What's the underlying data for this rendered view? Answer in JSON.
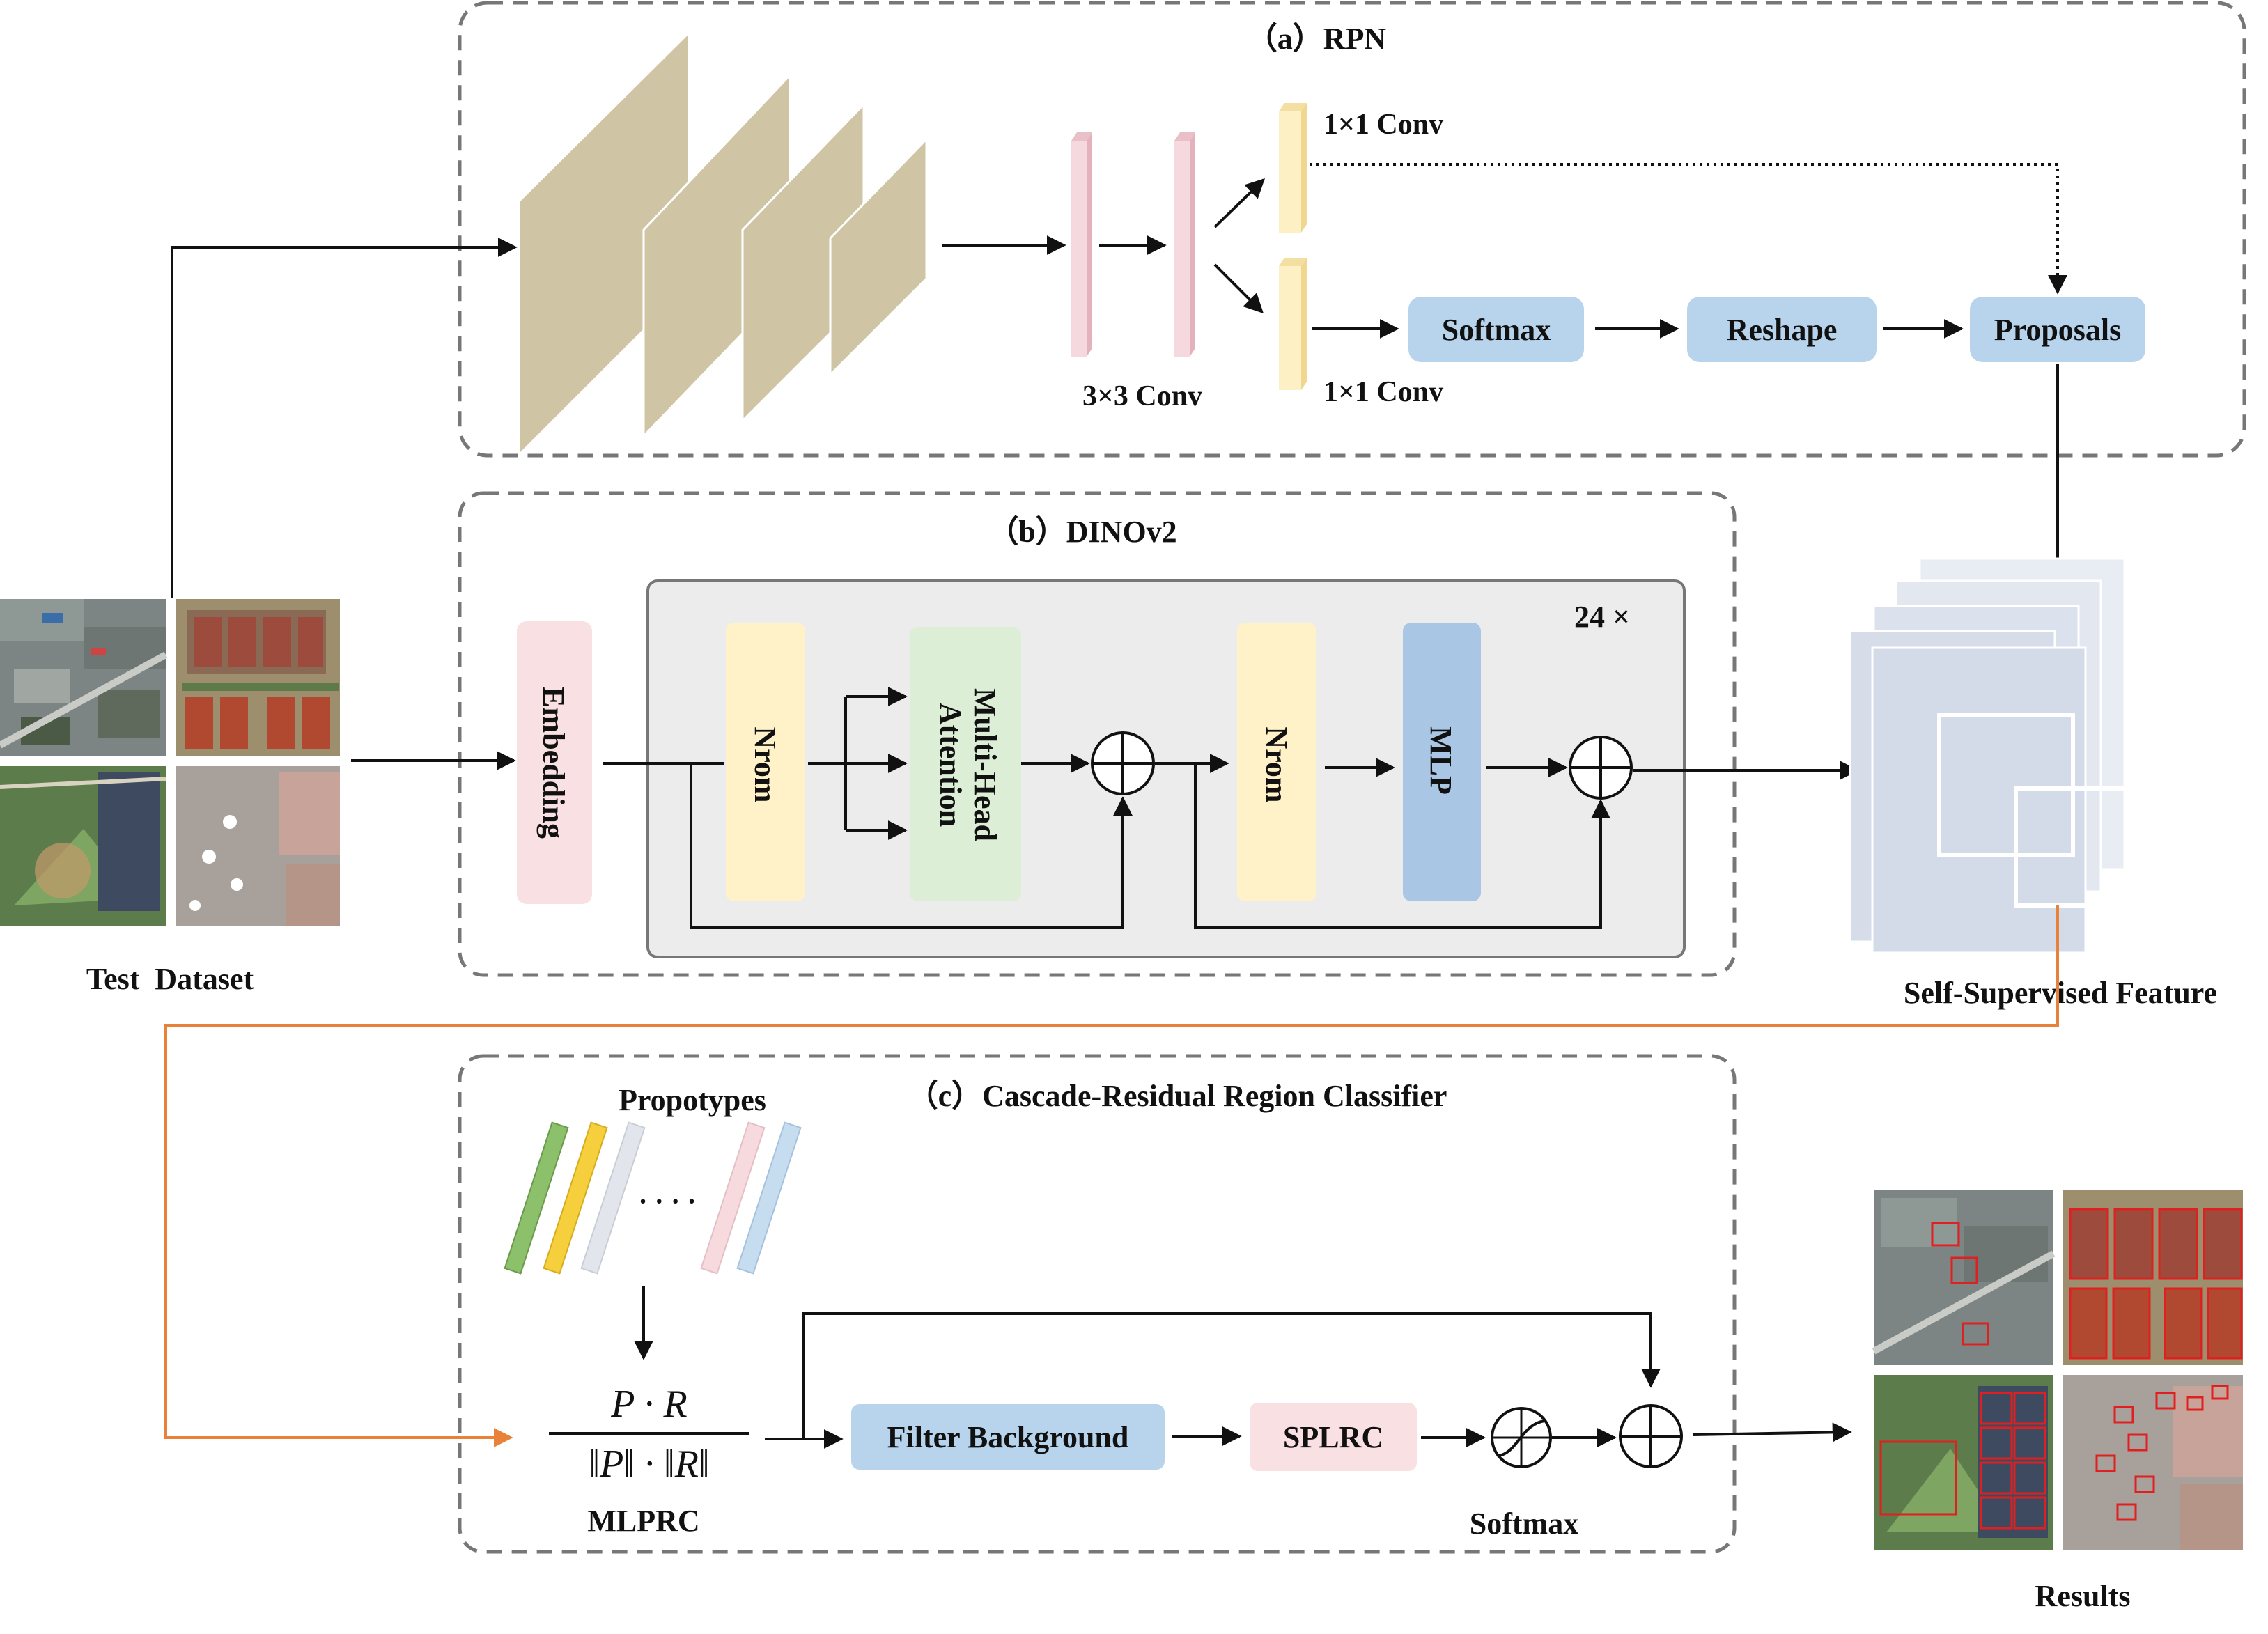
{
  "sections": {
    "rpn_title": "（a）RPN",
    "dino_title": "（b）DINOv2",
    "classifier_title": "（c）Cascade-Residual Region Classifier"
  },
  "rpn": {
    "conv3_label": "3×3 Conv",
    "conv1_top_label": "1×1 Conv",
    "conv1_bottom_label": "1×1 Conv",
    "softmax": "Softmax",
    "reshape": "Reshape",
    "proposals": "Proposals"
  },
  "dino": {
    "embedding": "Embedding",
    "norm1": "Nrom",
    "attention_line1": "Multi-Head",
    "attention_line2": "Attention",
    "norm2": "Nrom",
    "mlp": "MLP",
    "repeat": "24 ×"
  },
  "classifier": {
    "prototypes": "Propotypes",
    "dots": "· · · ·",
    "formula_num": "P · R",
    "formula_den": "‖P‖ · ‖R‖",
    "mlprc": "MLPRC",
    "filter_background": "Filter Background",
    "splrc": "SPLRC",
    "softmax": "Softmax"
  },
  "labels": {
    "test_dataset": "Test  Dataset",
    "self_supervised_feature": "Self-Supervised Feature",
    "results": "Results"
  },
  "colors": {
    "feature_map": "#cfc5a5",
    "conv_pink": "#f6d9df",
    "conv_yellow": "#fdf0c4",
    "box_blue": "#b7d4ec",
    "embedding_pink": "#f8e0e3",
    "norm_yellow": "#fff2c9",
    "attention_green": "#ddeed6",
    "mlp_blue": "#a9c6e5",
    "orange_line": "#e8823a",
    "result_box_red": "#e02020"
  },
  "icons": {
    "plus": "circle-plus-icon",
    "softmax": "sigmoid-circle-icon"
  }
}
